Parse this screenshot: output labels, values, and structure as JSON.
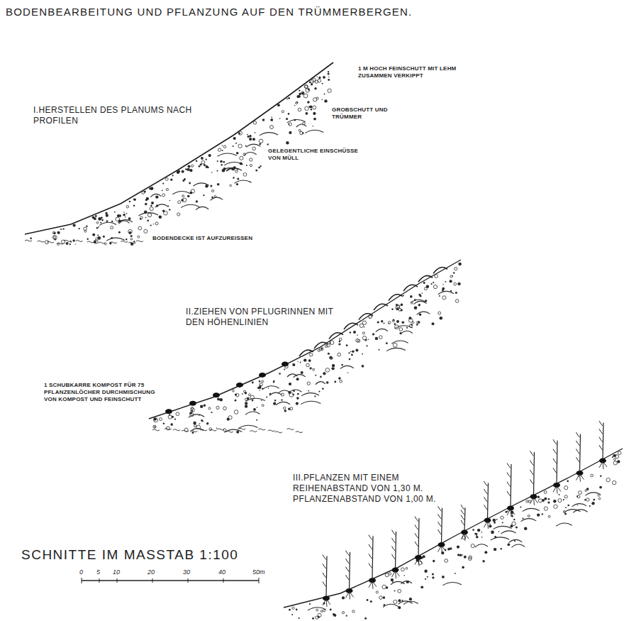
{
  "diagram": {
    "title": "BODENBEARBEITUNG UND PFLANZUNG AUF DEN TRÜMMERBERGEN.",
    "labels": [
      "I.HERSTELLEN DES PLANUMS NACH PROFILEN",
      "1 M HOCH FEINSCHUTT MIT LEHM ZUSAMMEN VERKIPPT",
      "GROBSCHUTT UND TRÜMMER",
      "GELEGENTLICHE EINSCHÜSSE VON MÜLL",
      "BODENDECKE IST AUFZUREISSEN",
      "II.ZIEHEN VON PFLUGRINNEN MIT DEN HÖHENLINIEN",
      "1 SCHUBKARRE KOMPOST FÜR 75 PFLANZENLÖCHER DURCHMISCHUNG VON KOMPOST UND FEINSCHUTT",
      "III.PFLANZEN MIT EINEM REIHENABSTAND VON 1,30 M. PFLANZENABSTAND VON 1,00 M.",
      "SCHNITTE IM MASSTAB 1:100",
      "0",
      "5",
      "10",
      "20",
      "30",
      "40",
      "50m"
    ]
  }
}
